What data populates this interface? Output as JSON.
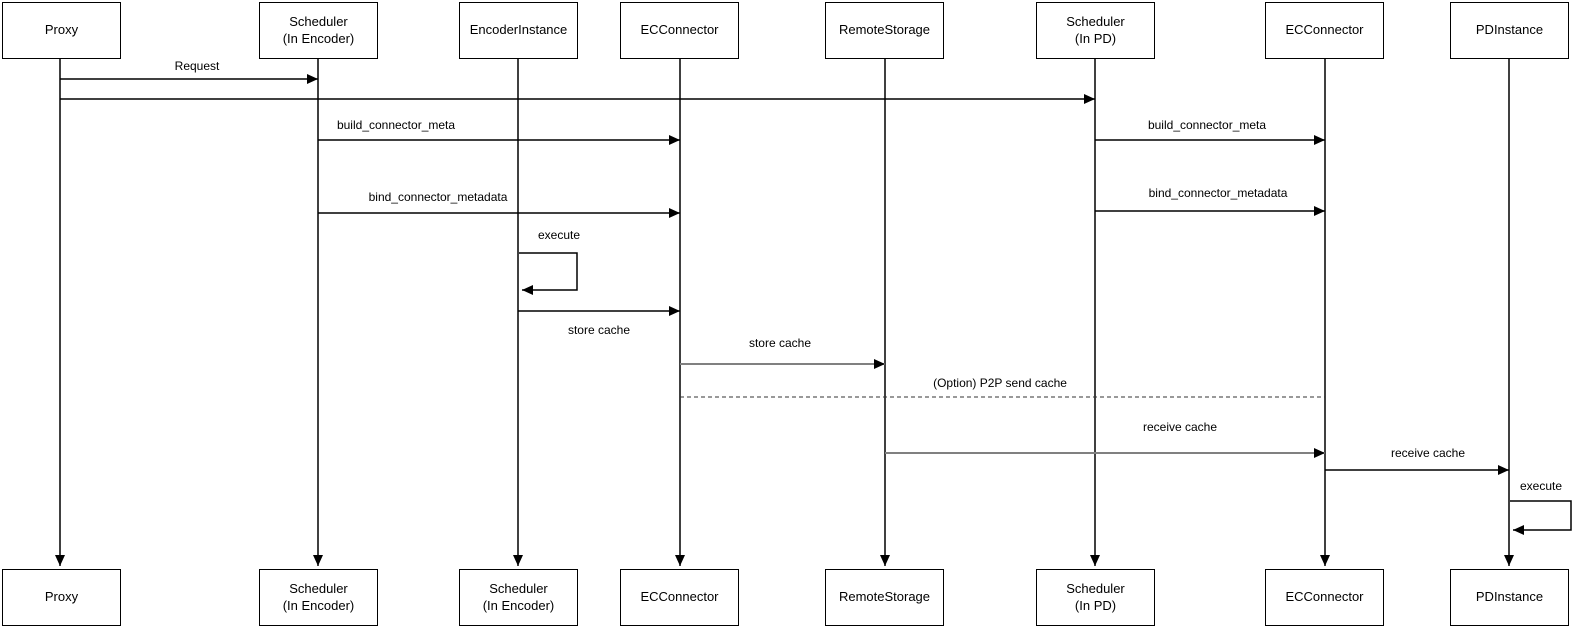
{
  "diagram_type": "sequence-diagram",
  "participants": [
    {
      "id": "proxy",
      "top": "Proxy",
      "bottom": "Proxy"
    },
    {
      "id": "scheduler-encoder",
      "top": "Scheduler\n(In Encoder)",
      "bottom": "Scheduler\n(In Encoder)"
    },
    {
      "id": "encoder-instance",
      "top": "EncoderInstance",
      "bottom": "Scheduler\n(In Encoder)"
    },
    {
      "id": "ec-connector-encoder",
      "top": "ECConnector",
      "bottom": "ECConnector"
    },
    {
      "id": "remote-storage",
      "top": "RemoteStorage",
      "bottom": "RemoteStorage"
    },
    {
      "id": "scheduler-pd",
      "top": "Scheduler\n(In PD)",
      "bottom": "Scheduler\n(In PD)"
    },
    {
      "id": "ec-connector-pd",
      "top": "ECConnector",
      "bottom": "ECConnector"
    },
    {
      "id": "pd-instance",
      "top": "PDInstance",
      "bottom": "PDInstance"
    }
  ],
  "messages": [
    {
      "label": "Request",
      "from": "proxy",
      "to": "scheduler-encoder",
      "style": "solid"
    },
    {
      "label": "",
      "from": "proxy",
      "to": "scheduler-pd",
      "style": "solid"
    },
    {
      "label": "build_connector_meta",
      "from": "scheduler-encoder",
      "to": "ec-connector-encoder",
      "style": "solid"
    },
    {
      "label": "build_connector_meta",
      "from": "scheduler-pd",
      "to": "ec-connector-pd",
      "style": "solid"
    },
    {
      "label": "bind_connector_metadata",
      "from": "scheduler-encoder",
      "to": "ec-connector-encoder",
      "style": "solid"
    },
    {
      "label": "bind_connector_metadata",
      "from": "scheduler-pd",
      "to": "ec-connector-pd",
      "style": "solid"
    },
    {
      "label": "execute",
      "from": "encoder-instance",
      "to": "encoder-instance",
      "style": "self-loop"
    },
    {
      "label": "store cache",
      "from": "encoder-instance",
      "to": "ec-connector-encoder",
      "style": "solid",
      "label_position": "below"
    },
    {
      "label": "store cache",
      "from": "ec-connector-encoder",
      "to": "remote-storage",
      "style": "solid"
    },
    {
      "label": "(Option) P2P send cache",
      "from": "ec-connector-encoder",
      "to": "ec-connector-pd",
      "style": "dashed"
    },
    {
      "label": "receive cache",
      "from": "remote-storage",
      "to": "ec-connector-pd",
      "style": "solid"
    },
    {
      "label": "receive cache",
      "from": "ec-connector-pd",
      "to": "pd-instance",
      "style": "solid"
    },
    {
      "label": "execute",
      "from": "pd-instance",
      "to": "pd-instance",
      "style": "self-loop"
    }
  ],
  "colors": {
    "line": "#000000",
    "secondary_line": "#808080",
    "box_border": "#000000",
    "background": "#ffffff",
    "text": "#000000"
  }
}
